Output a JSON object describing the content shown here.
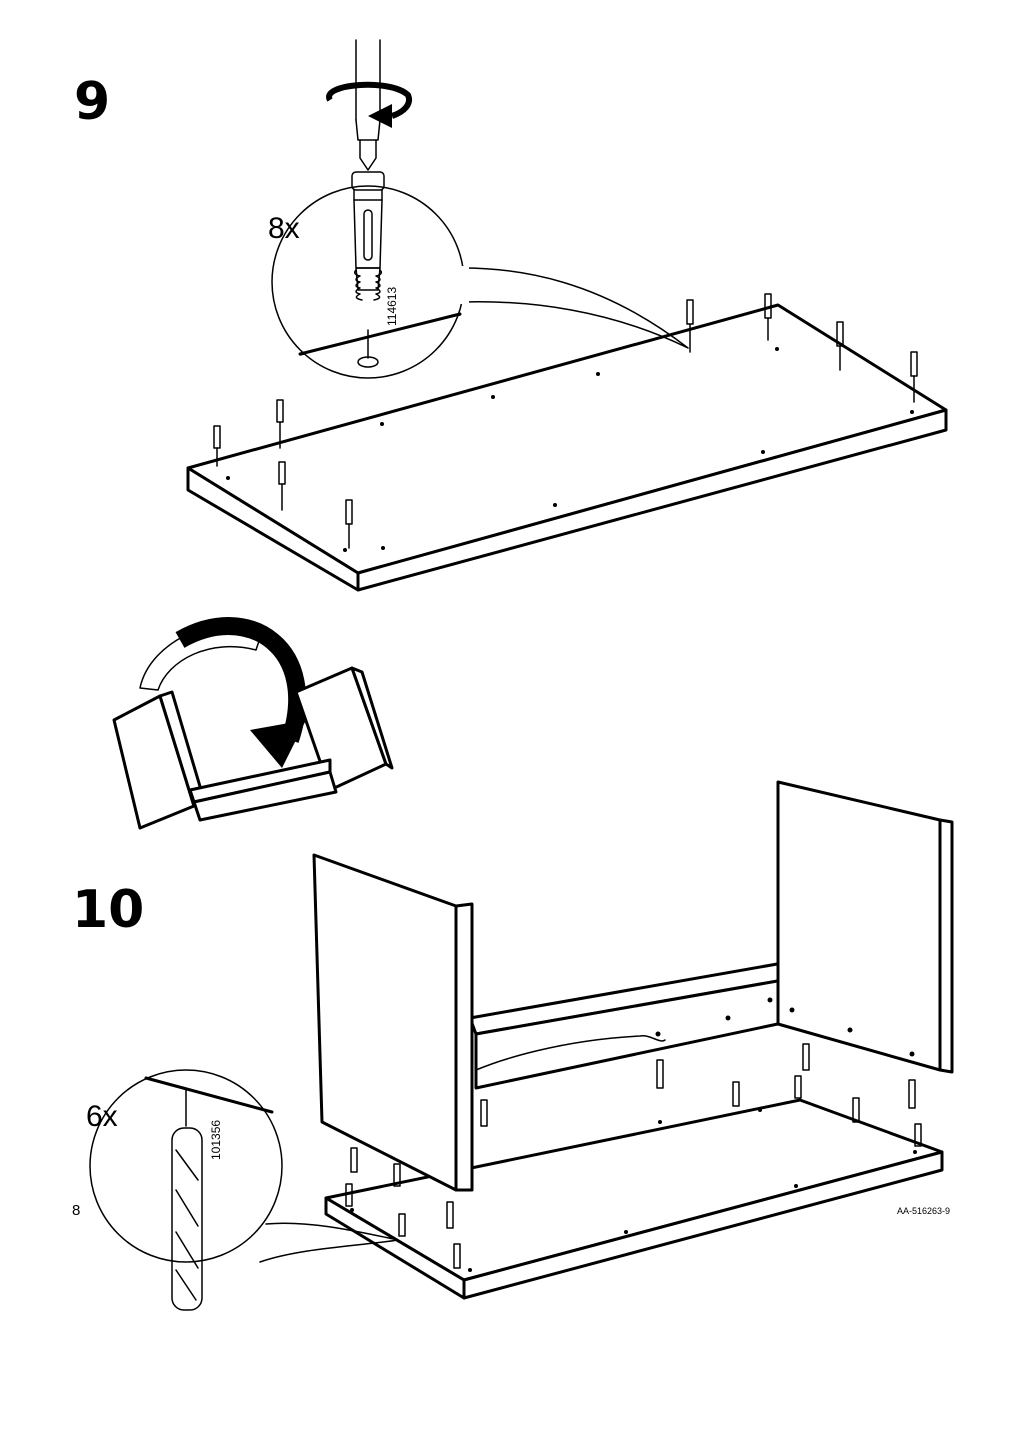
{
  "steps": [
    {
      "number": "9",
      "callout": {
        "quantity": "8x",
        "part_number": "114613",
        "part": "cam-lock-dowel"
      }
    },
    {
      "number": "10",
      "callout": {
        "quantity": "6x",
        "part_number": "101356",
        "part": "wooden-dowel"
      }
    }
  ],
  "footer": {
    "page_number": "8",
    "document_code": "AA-516263-9"
  },
  "colors": {
    "ink": "#000000",
    "paper": "#ffffff"
  }
}
